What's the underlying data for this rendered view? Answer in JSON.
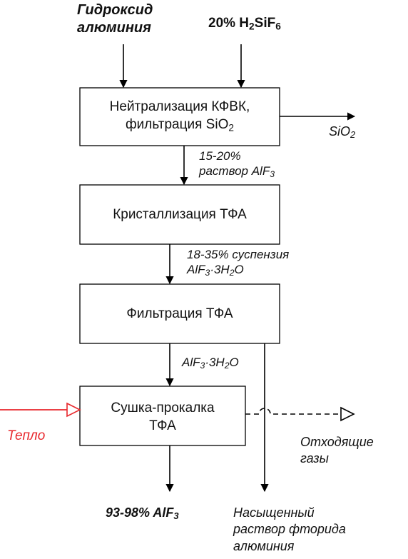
{
  "inputs": {
    "left_line1": "Гидроксид",
    "left_line2": "алюминия",
    "right_prefix": "20% H",
    "right_sub1": "2",
    "right_mid": "SiF",
    "right_sub2": "6"
  },
  "boxes": {
    "b1_line1": "Нейтрализация КФВК,",
    "b1_line2_prefix": "фильтрация SiO",
    "b1_line2_sub": "2",
    "b2": "Кристаллизация ТФА",
    "b3": "Фильтрация ТФА",
    "b4_line1": "Сушка-прокалка",
    "b4_line2": "ТФА"
  },
  "flows": {
    "sio2_prefix": "SiO",
    "sio2_sub": "2",
    "f1_line1": "15-20%",
    "f1_line2_prefix": "раствор AlF",
    "f1_line2_sub": "3",
    "f2_line1": "18-35% суспензия",
    "f2_line2_a": "AlF",
    "f2_line2_sub1": "3",
    "f2_line2_b": "·3H",
    "f2_line2_sub2": "2",
    "f2_line2_c": "O",
    "f3_a": "AlF",
    "f3_sub1": "3",
    "f3_b": "·3H",
    "f3_sub2": "2",
    "f3_c": "O",
    "heat": "Тепло",
    "gases_line1": "Отходящие",
    "gases_line2": "газы",
    "product_prefix": "93-98% AlF",
    "product_sub": "3",
    "solution_line1": "Насыщенный",
    "solution_line2": "раствор фторида",
    "solution_line3": "алюминия"
  },
  "colors": {
    "heat": "#e8262b",
    "lines": "#000000"
  }
}
